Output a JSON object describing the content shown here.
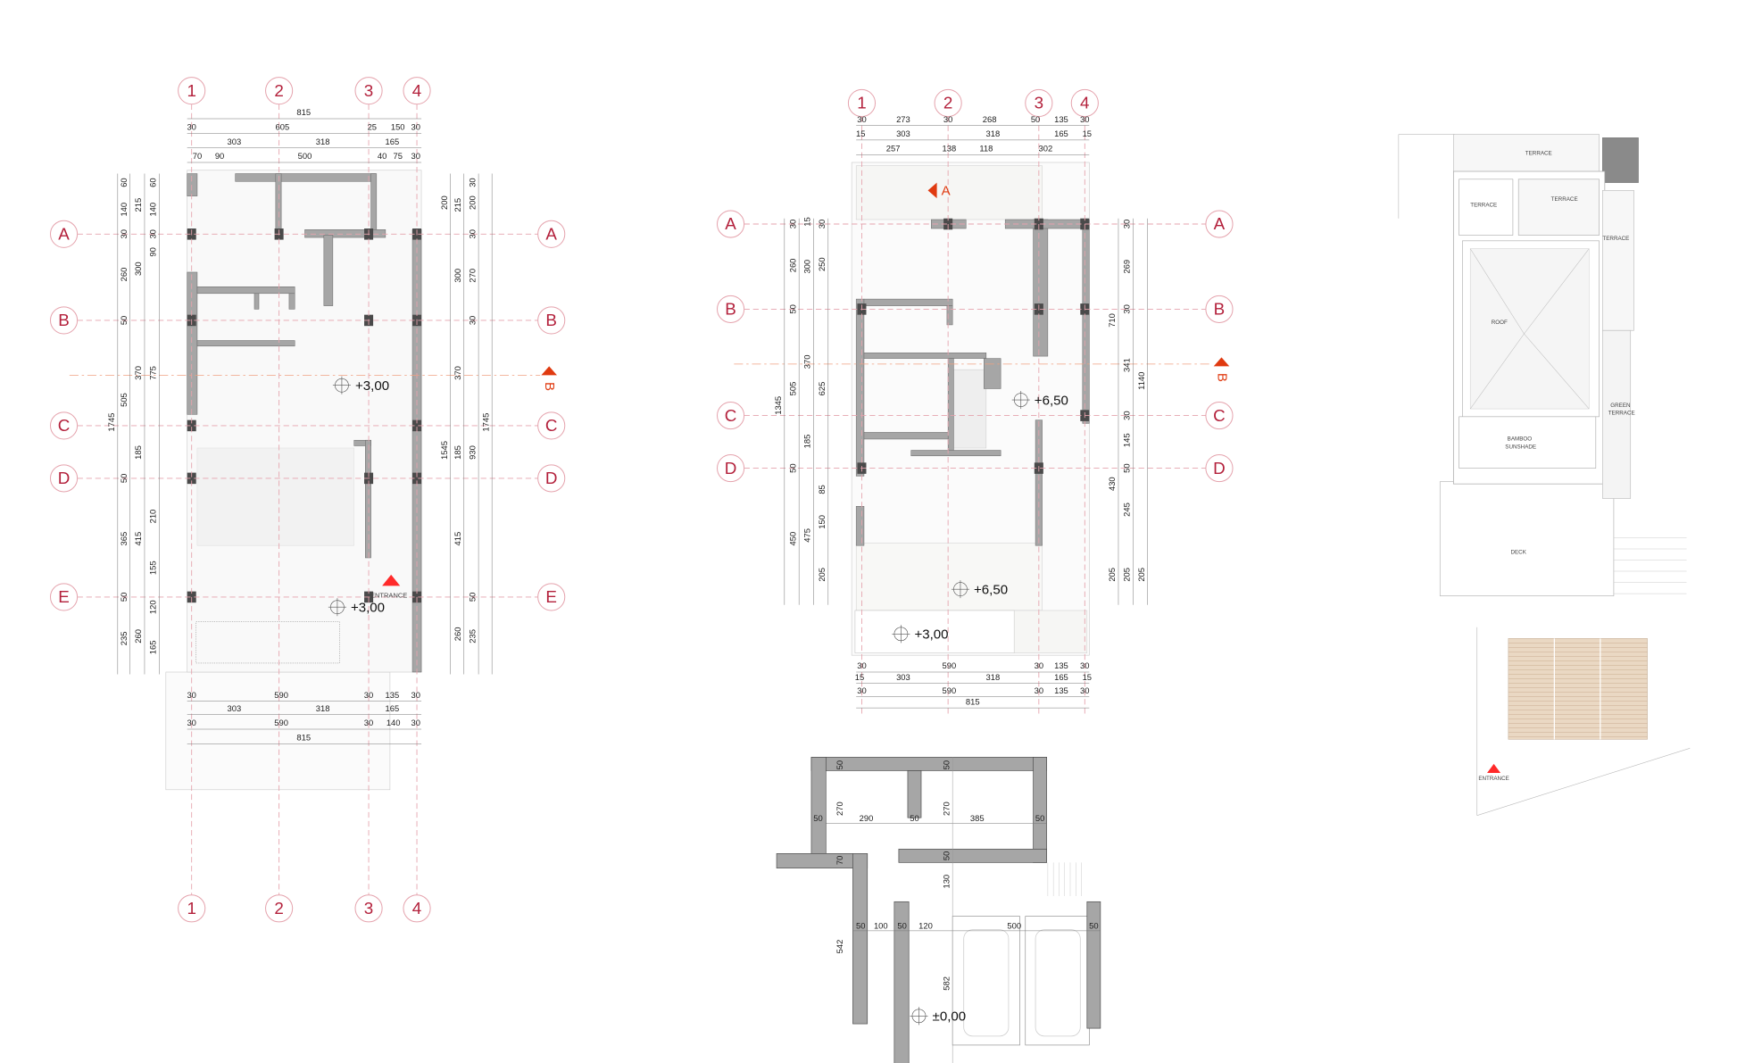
{
  "colors": {
    "grid": "#e5a3ad",
    "grid_label": "#b3203b",
    "wall": "#a6a6a6",
    "column": "#4a4a4a",
    "section": "#e03a10",
    "entrance": "#ff2a2a",
    "deck": "#ead8c3"
  },
  "ground_floor": {
    "grid_columns": [
      "1",
      "2",
      "3",
      "4"
    ],
    "grid_rows": [
      "A",
      "B",
      "C",
      "D",
      "E"
    ],
    "section_marker": "B",
    "dims_top": [
      [
        "815"
      ],
      [
        "30",
        "605",
        "25",
        "150",
        "30"
      ],
      [
        "303",
        "318",
        "165"
      ],
      [
        "70",
        "90",
        "500",
        "40",
        "75",
        "30"
      ]
    ],
    "dims_bottom": [
      [
        "30",
        "590",
        "30",
        "135",
        "30"
      ],
      [
        "303",
        "318",
        "165"
      ],
      [
        "30",
        "590",
        "30",
        "140",
        "30"
      ],
      [
        "815"
      ]
    ],
    "dims_left": [
      [
        "60",
        "140",
        "30",
        "260",
        "50",
        "505",
        "50",
        "365",
        "50",
        "235"
      ],
      [
        "215",
        "300",
        "370",
        "185",
        "415",
        "260"
      ],
      [
        "60",
        "140",
        "30",
        "90",
        "775",
        "210",
        "155",
        "120",
        "165"
      ],
      [
        "1745"
      ]
    ],
    "dims_right": [
      [
        "200",
        "1545"
      ],
      [
        "215",
        "300",
        "370",
        "185",
        "415",
        "260"
      ],
      [
        "30",
        "200",
        "30",
        "270",
        "30",
        "930",
        "50",
        "235"
      ],
      [
        "1745"
      ]
    ],
    "levels": [
      "+3,00",
      "+3,00"
    ],
    "entrance_label": "ENTRANCE"
  },
  "upper_floor": {
    "grid_columns": [
      "1",
      "2",
      "3",
      "4"
    ],
    "grid_rows": [
      "A",
      "B",
      "C",
      "D"
    ],
    "section_marker_b": "B",
    "section_marker_a": "A",
    "dims_top": [
      [
        "30",
        "273",
        "30",
        "268",
        "50",
        "135",
        "30"
      ],
      [
        "15",
        "303",
        "318",
        "165",
        "15"
      ],
      [
        "257",
        "138",
        "118",
        "302"
      ]
    ],
    "dims_bottom": [
      [
        "30",
        "590",
        "30",
        "135",
        "30"
      ],
      [
        "15",
        "303",
        "318",
        "165",
        "15"
      ],
      [
        "30",
        "590",
        "30",
        "135",
        "30"
      ],
      [
        "815"
      ]
    ],
    "dims_left": [
      [
        "30",
        "260",
        "50",
        "505",
        "50",
        "450"
      ],
      [
        "15",
        "300",
        "370",
        "185",
        "475"
      ],
      [
        "30",
        "250",
        "625",
        "85",
        "150",
        "205"
      ],
      [
        "1345"
      ]
    ],
    "dims_right": [
      [
        "710",
        "430",
        "205"
      ],
      [
        "30",
        "269",
        "30",
        "341",
        "30",
        "145",
        "50",
        "245",
        "205"
      ],
      [
        "1140",
        "205"
      ]
    ],
    "levels": [
      "+6,50",
      "+6,50",
      "+3,00"
    ]
  },
  "garage": {
    "dims": [
      "50",
      "50",
      "270",
      "270",
      "50",
      "290",
      "50",
      "385",
      "50",
      "70",
      "50",
      "130",
      "542",
      "50",
      "100",
      "50",
      "120",
      "500",
      "50",
      "582"
    ],
    "level": "±0,00"
  },
  "roof_plan": {
    "labels": [
      "TERRACE",
      "TERRACE",
      "TERRACE",
      "TERRACE",
      "ROOF",
      "GREEN",
      "TERRACE",
      "BAMBOO",
      "SUNSHADE",
      "DECK",
      "ENTRANCE"
    ]
  }
}
